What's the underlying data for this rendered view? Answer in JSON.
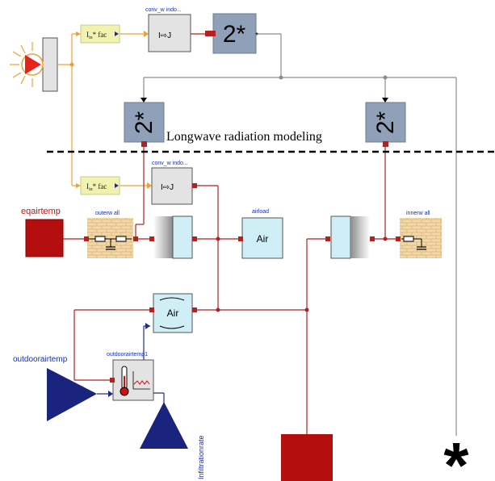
{
  "diagram": {
    "labels": {
      "conv_window_top": "conv_w indo...",
      "conv_window_mid": "conv_w indo...",
      "gain_top": "2*",
      "gain_left": "2*",
      "gain_right": "2*",
      "longwave": "Longwave radiation modeling",
      "fac_top_main": "I",
      "fac_top_sub": "in",
      "fac_top_rest": "* fac",
      "fac_mid_main": "I",
      "fac_mid_sub": "in",
      "fac_mid_rest": "* fac",
      "conv_symbol": "I⇨J",
      "eqairtemp": "eqairtemp",
      "outerwall": "outerw all",
      "airload": "airload",
      "air_main": "Air",
      "air_lower": "Air",
      "innerwall": "innerw all",
      "outdoorairtemp": "outdoorairtemp",
      "outdoorairtemp1": "outdoorairtemp1",
      "infiltrationrate": "Infiltrationrate",
      "terminator": "*"
    },
    "colors": {
      "wire_red": "#b22222",
      "wire_blue": "#1f2a8c",
      "wire_gray": "#8c8c8c",
      "wire_orange": "#f0a030",
      "gain_fill": "#8fa0b8",
      "fac_fill": "#f2f2b0",
      "air_fill": "#cfeef6",
      "label_red": "#cc1111",
      "label_blue": "#1a2fb0"
    }
  }
}
